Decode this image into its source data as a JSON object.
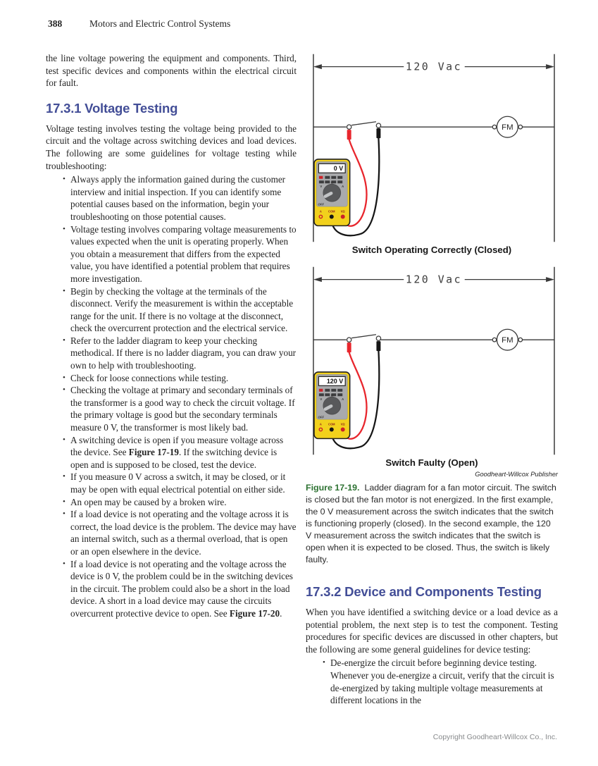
{
  "page": {
    "number": "388",
    "running_head": "Motors and Electric Control Systems",
    "footer": "Copyright Goodheart-Willcox Co., Inc."
  },
  "colors": {
    "section_heading": "#434e97",
    "figure_label_green": "#2d7232",
    "meter_yellow": "#f2d11c",
    "lead_red": "#e8262d"
  },
  "left_column": {
    "intro_paragraph": "the line voltage powering the equipment and components. Third, test specific devices and components within the electrical circuit for fault.",
    "section_heading": "17.3.1 Voltage Testing",
    "section_intro": "Voltage testing involves testing the voltage being provided to the circuit and the voltage across switching devices and load devices. The following are some guidelines for voltage testing while troubleshooting:",
    "bullets": [
      [
        {
          "t": "Always apply the information gained during the customer interview and initial inspection. If you can identify some potential causes based on the information, begin your troubleshooting on those potential causes."
        }
      ],
      [
        {
          "t": "Voltage testing involves comparing voltage measurements to values expected when the unit is operating properly. When you obtain a measurement that differs from the expected value, you have identified a potential problem that requires more investigation."
        }
      ],
      [
        {
          "t": "Begin by checking the voltage at the terminals of the disconnect. Verify the measurement is within the acceptable range for the unit. If there is no voltage at the disconnect, check the overcurrent protection and the electrical service."
        }
      ],
      [
        {
          "t": "Refer to the ladder diagram to keep your checking methodical. If there is no ladder diagram, you can draw your own to help with troubleshooting."
        }
      ],
      [
        {
          "t": "Check for loose connections while testing."
        }
      ],
      [
        {
          "t": "Checking the voltage at primary and secondary terminals of the transformer is a good way to check the circuit voltage. If the primary voltage is good but the secondary terminals measure 0 V, the transformer is most likely bad."
        }
      ],
      [
        {
          "t": "A switching device is open if you measure voltage across the device. See "
        },
        {
          "t": "Figure 17-19",
          "b": true
        },
        {
          "t": ". If the switching device is open and is supposed to be closed, test the device."
        }
      ],
      [
        {
          "t": "If you measure 0 V across a switch, it may be closed, or it may be open with equal electrical potential on either side."
        }
      ],
      [
        {
          "t": "An open may be caused by a broken wire."
        }
      ],
      [
        {
          "t": "If a load device is not operating and the voltage across it is correct, the load device is the problem. The device may have an internal switch, such as a thermal overload, that is open or an open elsewhere in the device."
        }
      ],
      [
        {
          "t": "If a load device is not operating and the voltage across the device is 0 V, the problem could be in the switching devices in the circuit. The problem could also be a short in the load device. A short in a load device may cause the circuits overcurrent protective device to open. See "
        },
        {
          "t": "Figure 17-20",
          "b": true
        },
        {
          "t": "."
        }
      ]
    ]
  },
  "figure": {
    "meter": {
      "dial_left": "V",
      "dial_top": "Ω",
      "dial_right": "A",
      "off_label": "OFF",
      "jack_a": "A",
      "jack_com": "COM",
      "jack_vohm": "VΩ"
    },
    "diagrams": [
      {
        "voltage_label": "120 Vac",
        "motor_label": "FM",
        "meter_reading": "0 V",
        "caption": "Switch Operating Correctly (Closed)"
      },
      {
        "voltage_label": "120 Vac",
        "motor_label": "FM",
        "meter_reading": "120 V",
        "caption": "Switch Faulty (Open)"
      }
    ],
    "attribution": "Goodheart-Willcox Publisher",
    "label": "Figure 17-19.",
    "caption": "Ladder diagram for a fan motor circuit. The switch is closed but the fan motor is not energized. In the first example, the 0 V measurement across the switch indicates that the switch is functioning properly (closed). In the second example, the 120 V measurement across the switch indicates that the switch is open when it is expected to be closed. Thus, the switch is likely faulty."
  },
  "right_column": {
    "section_heading": "17.3.2 Device and Components Testing",
    "section_intro": "When you have identified a switching device or a load device as a potential problem, the next step is to test the component. Testing procedures for specific devices are discussed in other chapters, but the following are some general guidelines for device testing:",
    "bullets": [
      [
        {
          "t": "De-energize the circuit before beginning device testing. Whenever you de-energize a circuit, verify that the circuit is de-energized by taking multiple voltage measurements at different locations in the"
        }
      ]
    ]
  }
}
